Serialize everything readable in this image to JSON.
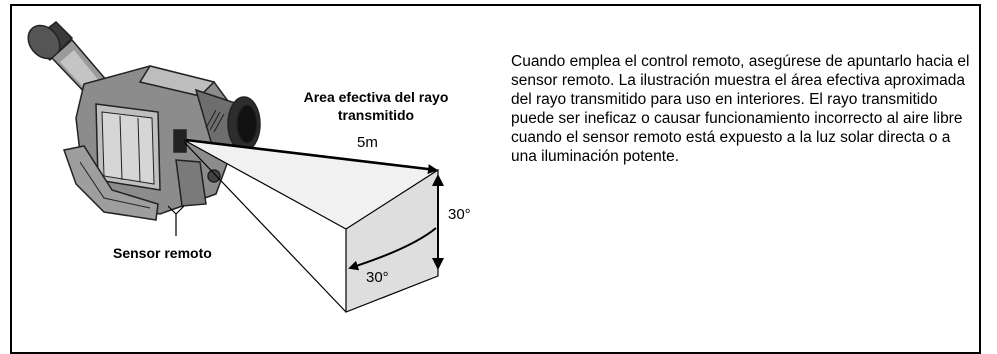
{
  "figure": {
    "beam_label": "Area efectiva del rayo transmitido",
    "distance_label": "5m",
    "sensor_label": "Sensor remoto",
    "vertical_angle_label": "30°",
    "horizontal_angle_label": "30°"
  },
  "description": "Cuando emplea el control remoto, asegúrese de apuntarlo hacia el sensor remoto. La ilustración muestra el área efectiva aproximada del rayo transmitido para uso en interiores. El rayo transmitido puede ser ineficaz o causar funcionamiento incorrecto al aire libre cuando el sensor remoto está expuesto a la luz solar directa o a una iluminación potente."
}
